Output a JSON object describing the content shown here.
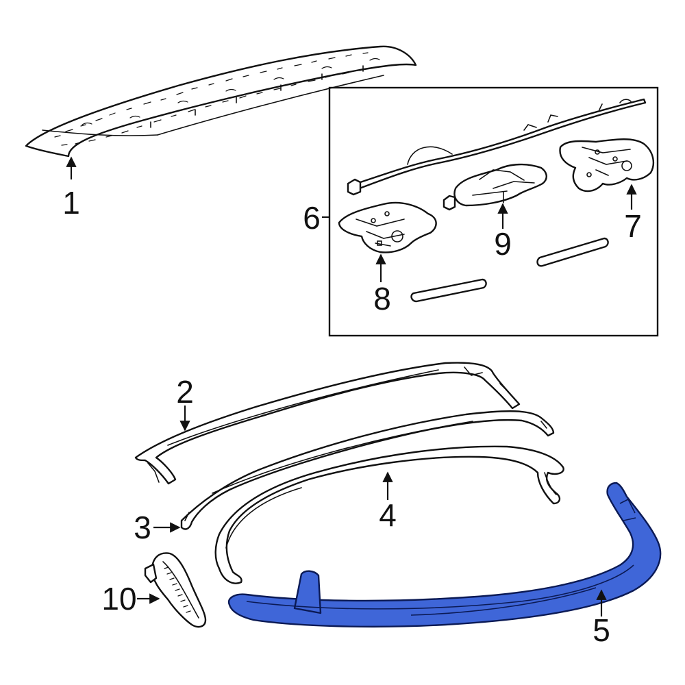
{
  "callouts": [
    {
      "id": "1",
      "label": "1"
    },
    {
      "id": "2",
      "label": "2"
    },
    {
      "id": "3",
      "label": "3"
    },
    {
      "id": "4",
      "label": "4"
    },
    {
      "id": "5",
      "label": "5"
    },
    {
      "id": "6",
      "label": "6"
    },
    {
      "id": "7",
      "label": "7"
    },
    {
      "id": "8",
      "label": "8"
    },
    {
      "id": "9",
      "label": "9"
    },
    {
      "id": "10",
      "label": "10"
    }
  ],
  "colors": {
    "highlight_fill": "#3f66d8",
    "highlight_stroke": "#0b1a55",
    "line": "#111111"
  }
}
